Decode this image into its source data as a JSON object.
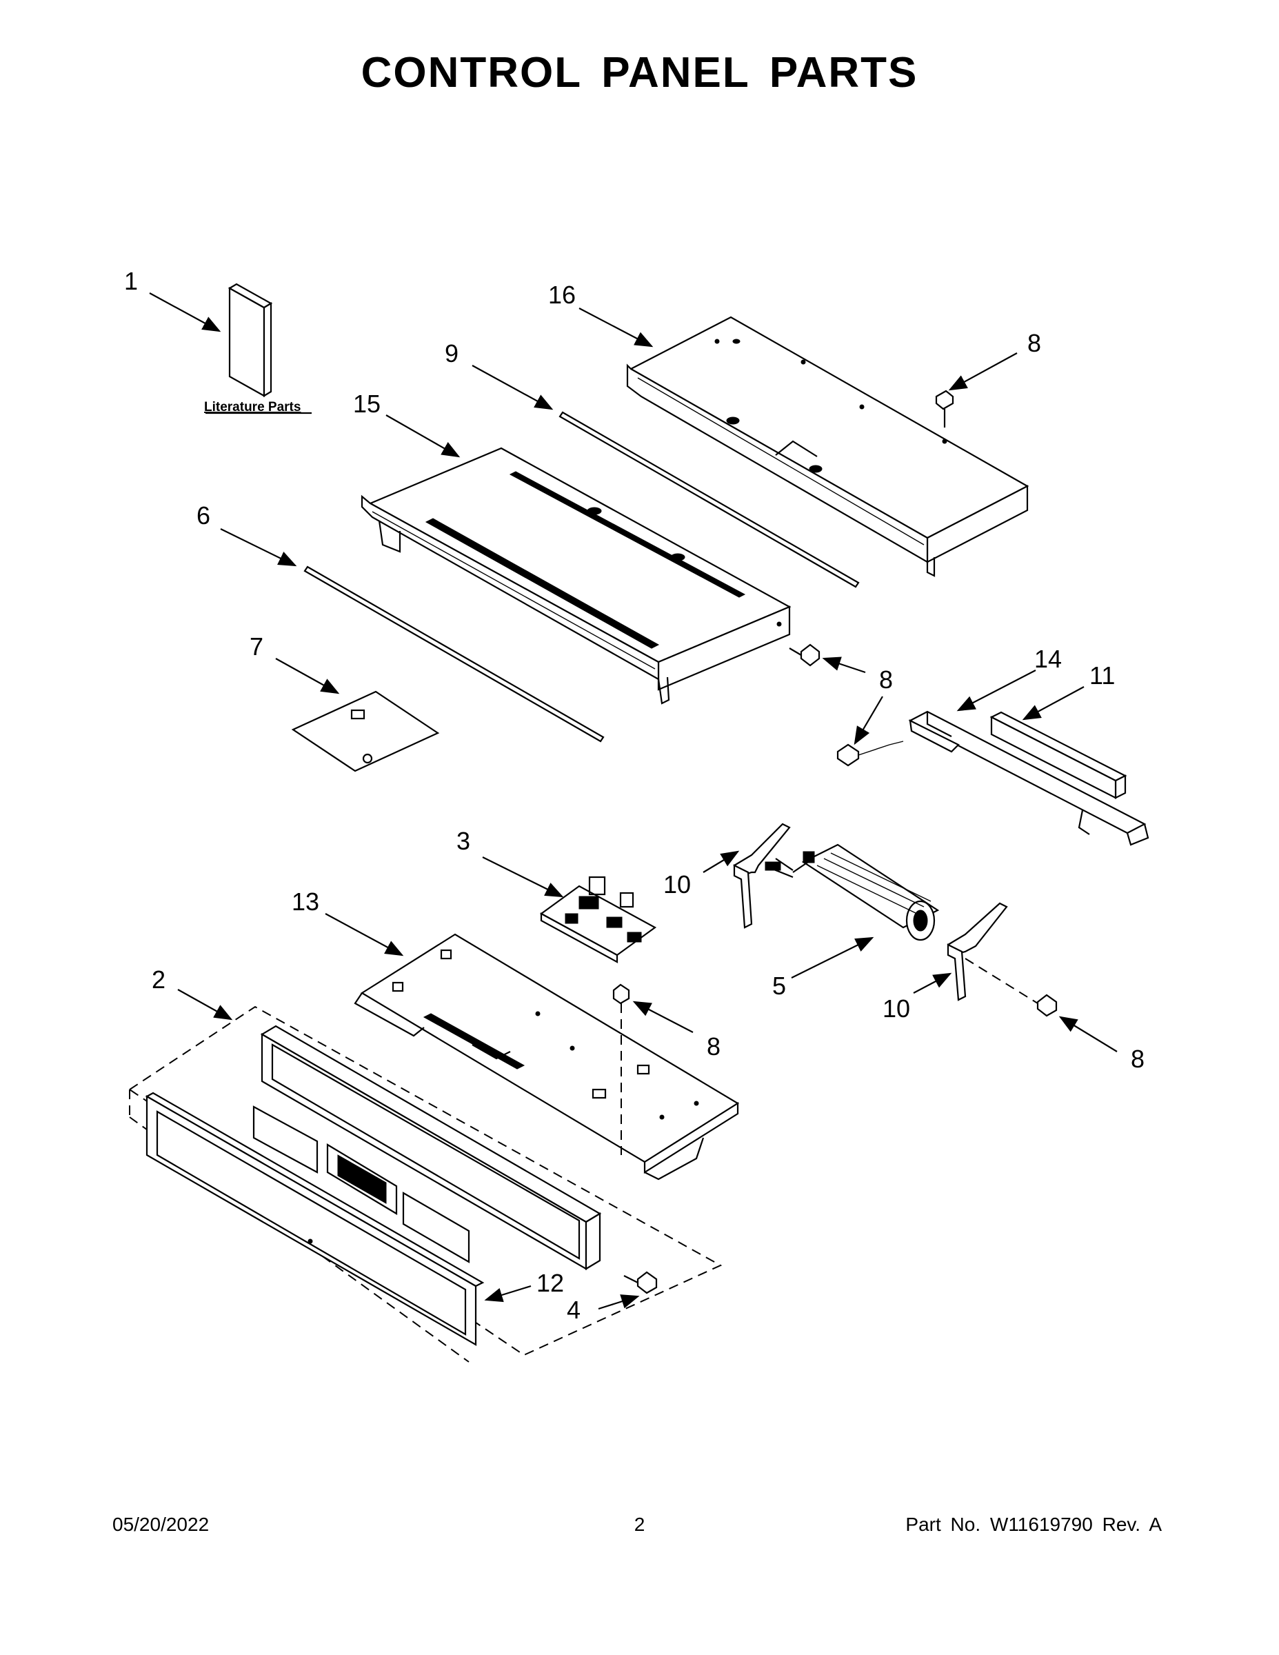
{
  "title": "CONTROL PANEL PARTS",
  "literature_label": "Literature Parts",
  "callouts": [
    "1",
    "16",
    "8",
    "9",
    "15",
    "6",
    "8",
    "7",
    "14",
    "11",
    "8",
    "3",
    "10",
    "13",
    "5",
    "2",
    "8",
    "10",
    "8",
    "12",
    "4"
  ],
  "footer": {
    "date": "05/20/2022",
    "page": "2",
    "part_no": "Part No.  W11619790  Rev.  A"
  }
}
